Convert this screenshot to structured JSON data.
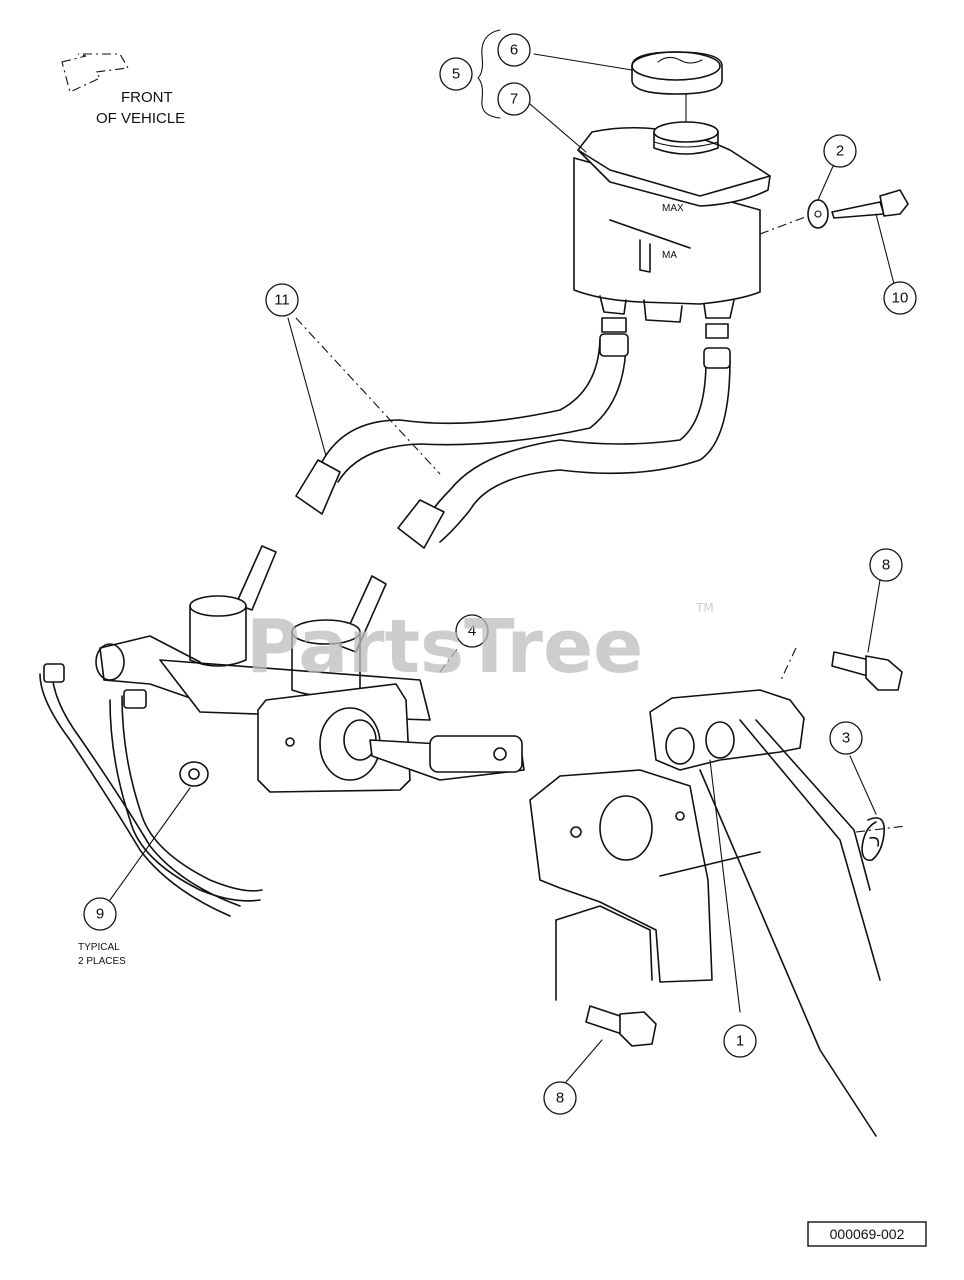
{
  "front_label_line1": "FRONT",
  "front_label_line2": "OF VEHICLE",
  "typical_note_line1": "TYPICAL",
  "typical_note_line2": "2 PLACES",
  "reservoir_max_label": "MAX",
  "reservoir_min_label": "MA",
  "watermark": "PartsTree",
  "watermark_tm": "TM",
  "diagram_code": "000069-002",
  "callouts": {
    "c1": "1",
    "c2": "2",
    "c3": "3",
    "c4": "4",
    "c5": "5",
    "c6": "6",
    "c7": "7",
    "c8a": "8",
    "c8b": "8",
    "c9": "9",
    "c10": "10",
    "c11": "11"
  }
}
